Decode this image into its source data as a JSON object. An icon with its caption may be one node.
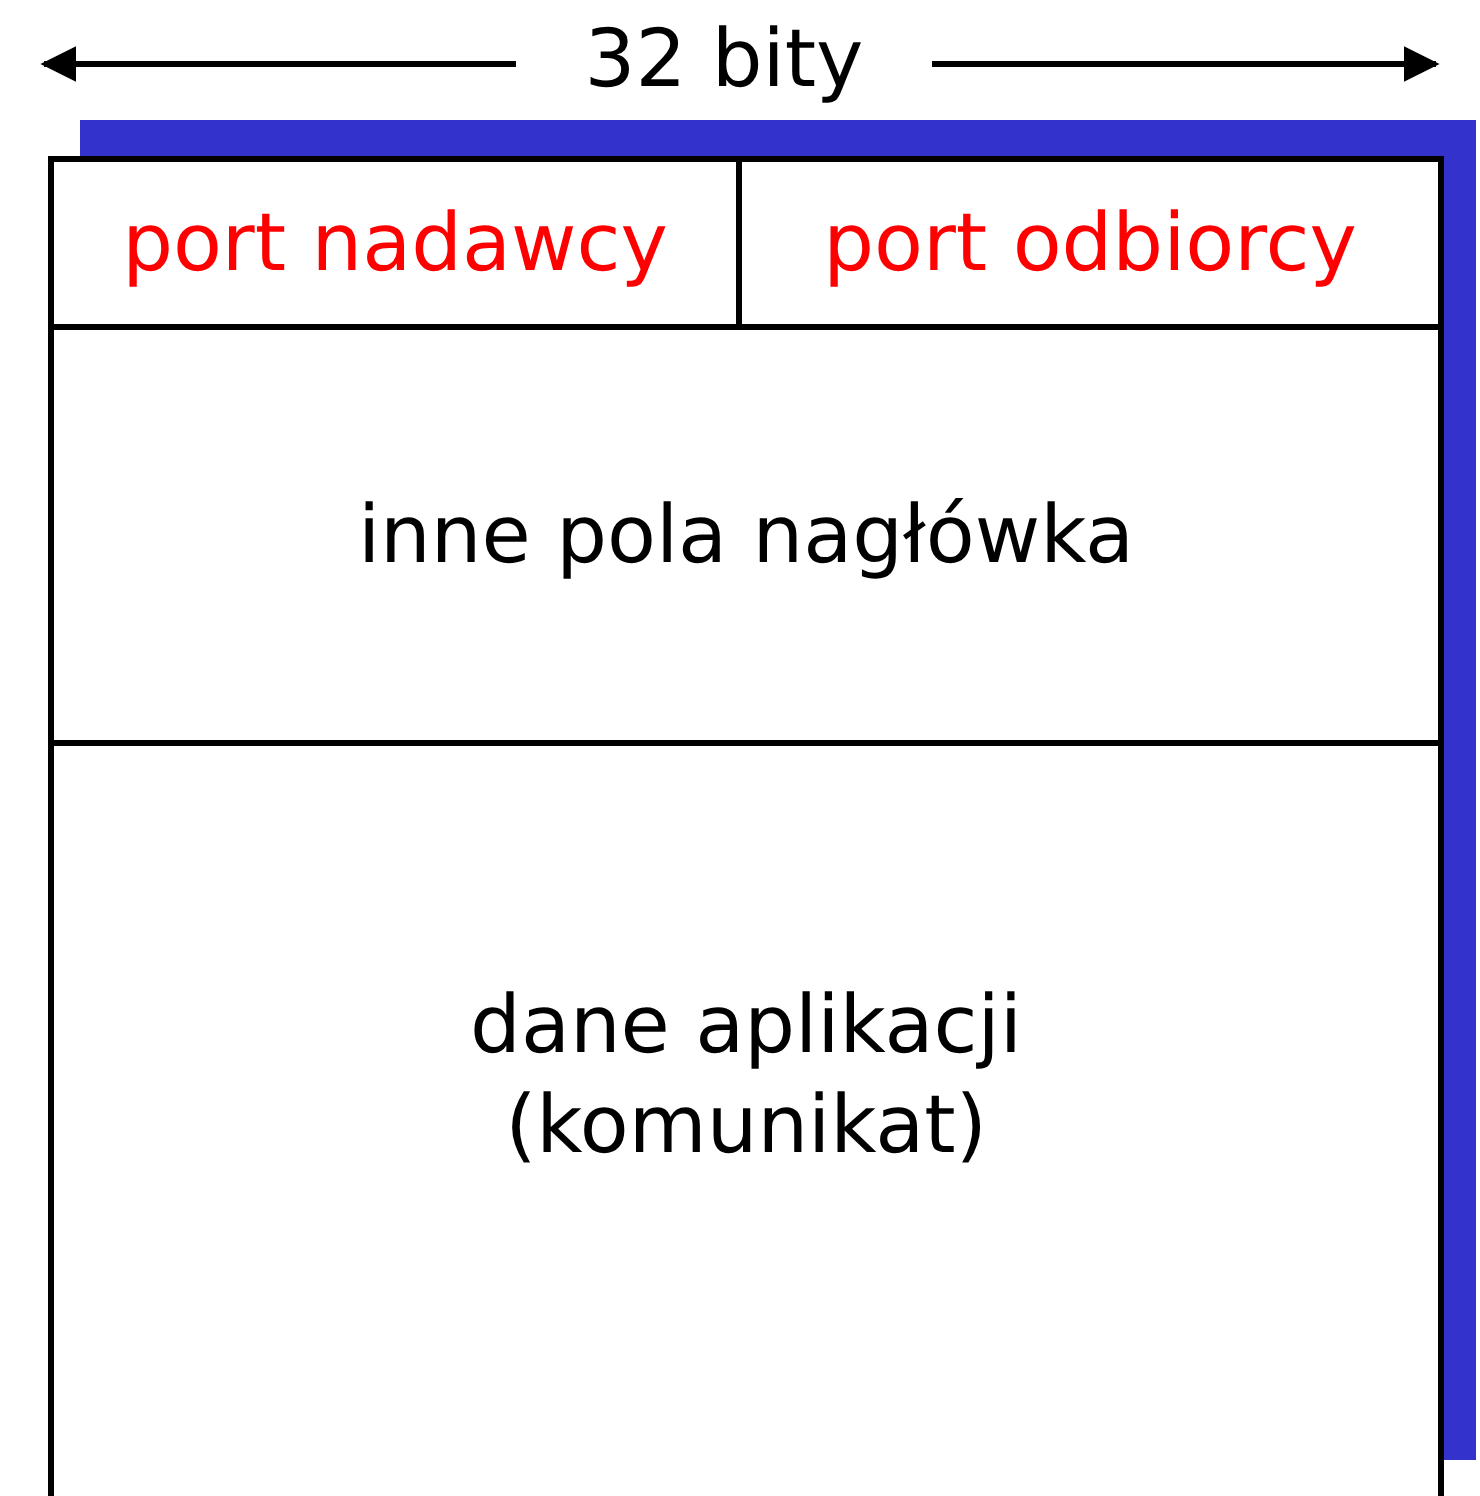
{
  "diagram": {
    "nodes": [
      {
        "text": [
          "port nadawcy"
        ]
      },
      {
        "text": [
          "port odbiorcy"
        ]
      },
      {
        "text": [
          "inne pola nagłówka"
        ]
      },
      {
        "text": [
          "dane aplikacji (komunikat)"
        ]
      }
    ],
    "labels": [
      "32 bity"
    ]
  }
}
